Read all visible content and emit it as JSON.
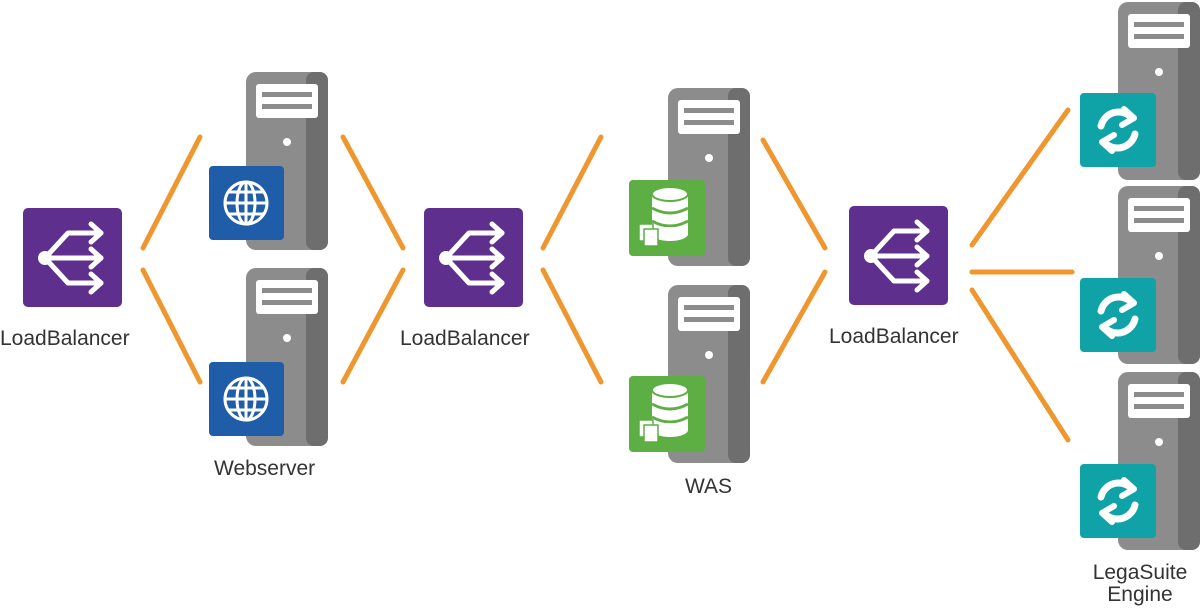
{
  "labels": {
    "lb1": "LoadBalancer",
    "lb2": "LoadBalancer",
    "lb3": "LoadBalancer",
    "webserver": "Webserver",
    "was": "WAS",
    "legasuite_line1": "LegaSuite",
    "legasuite_line2": "Engine"
  },
  "icons": {
    "load_balancer": "load-balancer-icon",
    "web": "globe-icon",
    "was": "database-icon",
    "engine": "sync-icon",
    "server": "server-tower-icon"
  },
  "colors": {
    "connector": "#F0962E",
    "load_balancer": "#5E2F8C",
    "web": "#1F5DA8",
    "was": "#5DAE43",
    "engine": "#0FA3A8",
    "server_body": "#8C8C8C",
    "server_side": "#6E6E6E",
    "label_text": "#333333"
  }
}
